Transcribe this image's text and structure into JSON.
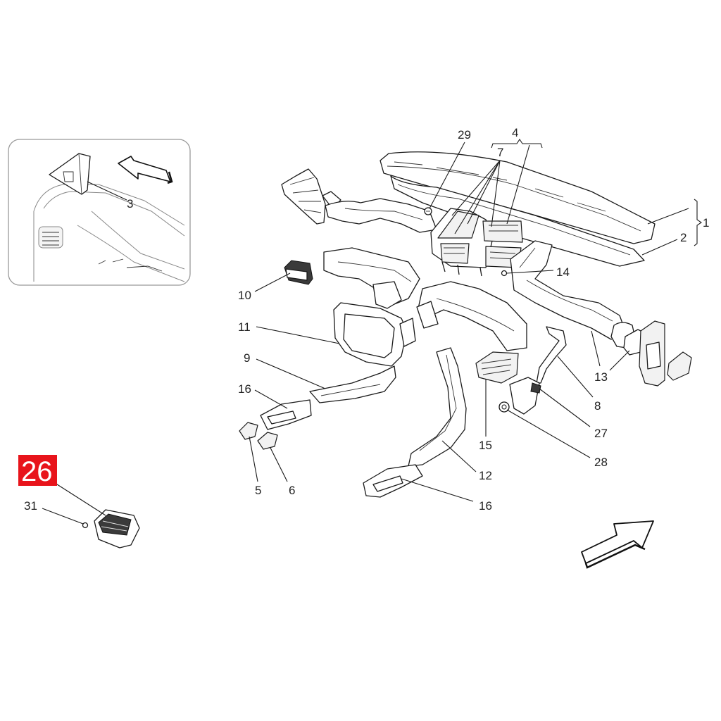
{
  "diagram": {
    "highlight_color": "#e8141b",
    "highlighted_part": "26",
    "callouts": {
      "c1": "1",
      "c2": "2",
      "c3": "3",
      "c4": "4",
      "c5": "5",
      "c6": "6",
      "c7": "7",
      "c8": "8",
      "c9": "9",
      "c10": "10",
      "c11": "11",
      "c12": "12",
      "c13": "13",
      "c14": "14",
      "c15": "15",
      "c16a": "16",
      "c16b": "16",
      "c26": "26",
      "c27": "27",
      "c28": "28",
      "c29": "29",
      "c31": "31"
    },
    "icons": [
      "direction-arrow-icon",
      "direction-arrow-icon"
    ]
  }
}
